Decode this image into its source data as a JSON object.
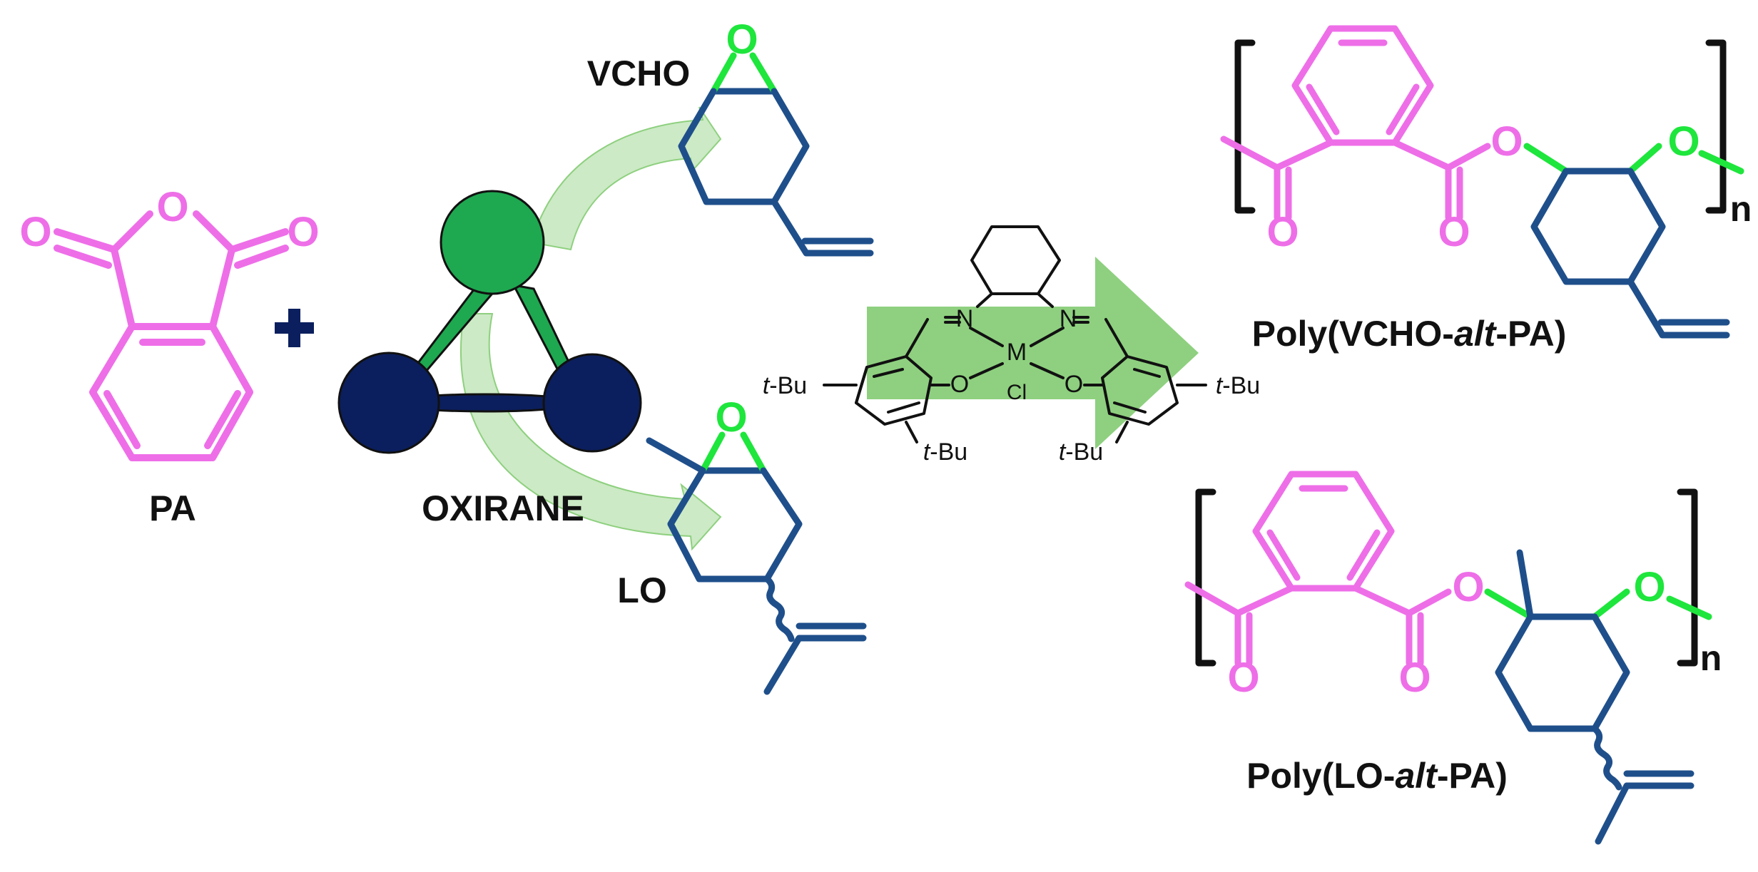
{
  "colors": {
    "anhydride": "#ee6ee8",
    "epoxide_ring": "#1ee63c",
    "cyclohexane": "#1f4f8b",
    "oxirane_o_atom": "#1ea850",
    "oxirane_c_atom": "#0b1f5e",
    "arrow": "#8ed07f",
    "catalyst_lines": "#111111"
  },
  "reactants": {
    "anhydride_label": "PA",
    "plus_sign": "+",
    "oxirane_label": "OXIRANE",
    "vcho_label": "VCHO",
    "lo_label": "LO",
    "oxygen_symbol": "O"
  },
  "catalyst": {
    "metal": "M",
    "chloride": "Cl",
    "nitrogen": "N",
    "oxygen": "O",
    "tbu_prefix": "t",
    "tbu_suffix": "-Bu"
  },
  "products": {
    "poly_vcho": {
      "prefix": "Poly(VCHO-",
      "italic": "alt",
      "suffix": "-PA)"
    },
    "poly_lo": {
      "prefix": "Poly(LO-",
      "italic": "alt",
      "suffix": "-PA)"
    },
    "repeat_n": "n",
    "oxygen_symbol": "O"
  }
}
